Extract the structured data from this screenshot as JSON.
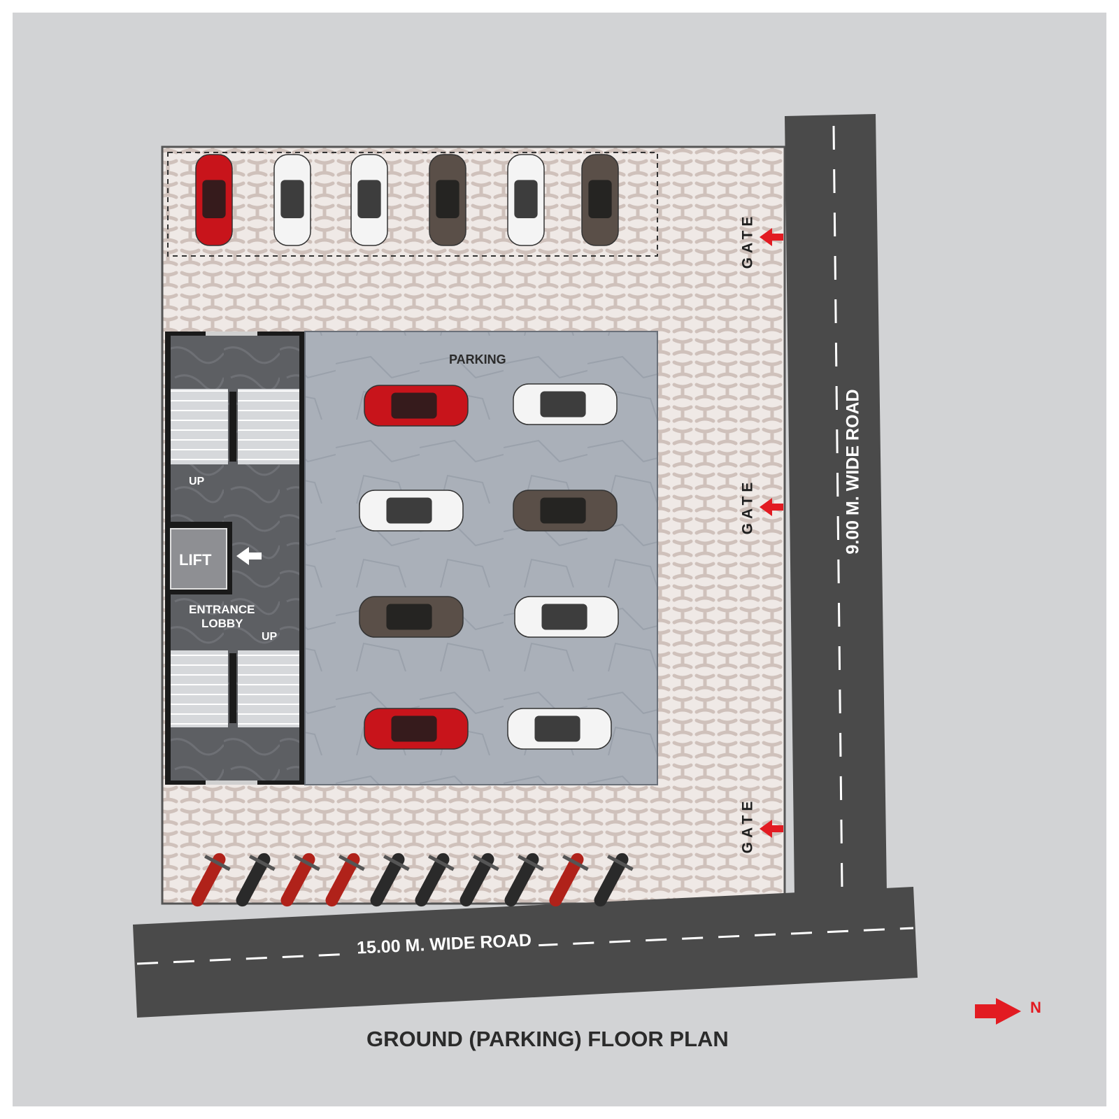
{
  "plan": {
    "title": "GROUND (PARKING) FLOOR PLAN",
    "parking_label": "PARKING",
    "lift_label": "LIFT",
    "lobby_line1": "ENTRANCE",
    "lobby_line2": "LOBBY",
    "stair_up_top": "UP",
    "stair_up_bottom": "UP",
    "gates": [
      "GATE",
      "GATE",
      "GATE"
    ],
    "north_label": "N"
  },
  "roads": {
    "east_road": "9.00 M. WIDE ROAD",
    "south_road": "15.00 M. WIDE ROAD"
  },
  "colors": {
    "background": "#d2d3d5",
    "road": "#4a4a4a",
    "paver": "#efe9e6",
    "paver_pattern": "#cfc1bb",
    "parking_floor": "#a9afb8",
    "lobby": "#5d5f63",
    "accent_red": "#e21b22",
    "car_red": "#c8141b",
    "car_white": "#f4f4f4",
    "car_brown": "#5a4f48"
  },
  "vehicles": {
    "top_row_cars": [
      "car-red",
      "car-white",
      "car-white",
      "car-brown",
      "car-white",
      "car-brown"
    ],
    "parking_cars": [
      "car-red",
      "car-white",
      "car-white",
      "car-brown",
      "car-brown",
      "car-white",
      "car-red",
      "car-white"
    ],
    "motorbikes": [
      "bike-red",
      "bike-black",
      "bike-red",
      "bike-red",
      "bike-black",
      "bike-black",
      "bike-black",
      "bike-black",
      "bike-red",
      "bike-black"
    ]
  }
}
